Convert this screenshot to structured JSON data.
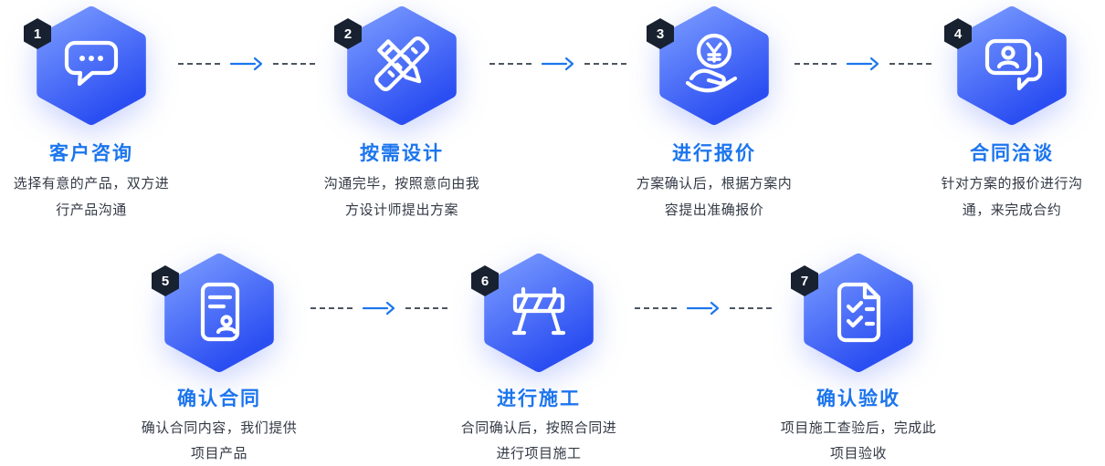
{
  "flow": {
    "steps": [
      {
        "number": "1",
        "title": "客户咨询",
        "desc1": "选择有意的产品，双方进",
        "desc2": "行产品沟通",
        "icon": "chat-bubble-icon"
      },
      {
        "number": "2",
        "title": "按需设计",
        "desc1": "沟通完毕，按照意向由我",
        "desc2": "方设计师提出方案",
        "icon": "design-tools-icon"
      },
      {
        "number": "3",
        "title": "进行报价",
        "desc1": "方案确认后，根据方案内",
        "desc2": "容提出准确报价",
        "icon": "price-hand-icon"
      },
      {
        "number": "4",
        "title": "合同洽谈",
        "desc1": "针对方案的报价进行沟",
        "desc2": "通，来完成合约",
        "icon": "negotiation-bubble-icon"
      },
      {
        "number": "5",
        "title": "确认合同",
        "desc1": "确认合同内容，我们提供",
        "desc2": "项目产品",
        "icon": "contract-document-icon"
      },
      {
        "number": "6",
        "title": "进行施工",
        "desc1": "合同确认后，按照合同进",
        "desc2": "进行项目施工",
        "icon": "construction-barrier-icon"
      },
      {
        "number": "7",
        "title": "确认验收",
        "desc1": "项目施工查验后，完成此",
        "desc2": "项目验收",
        "icon": "acceptance-checklist-icon"
      }
    ],
    "colors": {
      "title_blue": "#1c76ee",
      "hexagon_gradient_start": "#7a9bff",
      "hexagon_gradient_end": "#2b4ef2",
      "number_badge_dark": "#182130",
      "description_text": "#333a45",
      "arrow_blue": "#1c76ee",
      "dash_gray": "#4c5560",
      "background": "#ffffff"
    }
  }
}
